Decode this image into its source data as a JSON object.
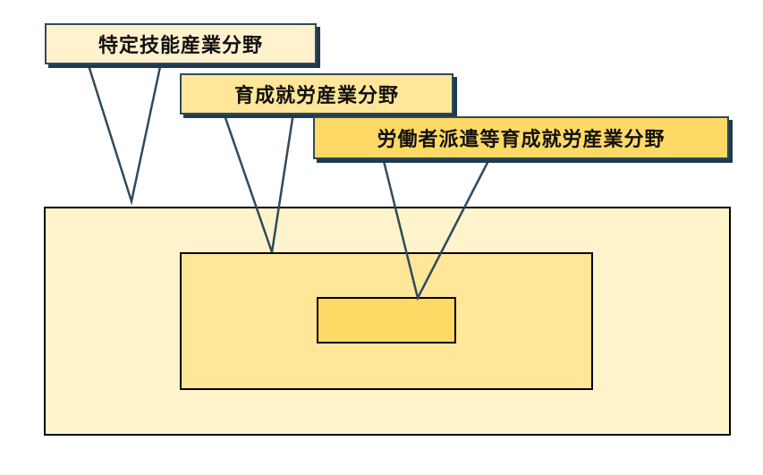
{
  "labels": {
    "outer": "特定技能産業分野",
    "middle": "育成就労産業分野",
    "inner": "労働者派遣等育成就労産業分野"
  },
  "colors": {
    "outer_fill": "#FFF3CC",
    "middle_fill": "#FFE699",
    "inner_fill": "#FFD966",
    "label_outer_fill": "#FFF2CC",
    "label_middle_fill": "#FFE699",
    "label_inner_fill": "#FFD966",
    "border": "#000000",
    "callout_line": "#2F4A5E"
  }
}
